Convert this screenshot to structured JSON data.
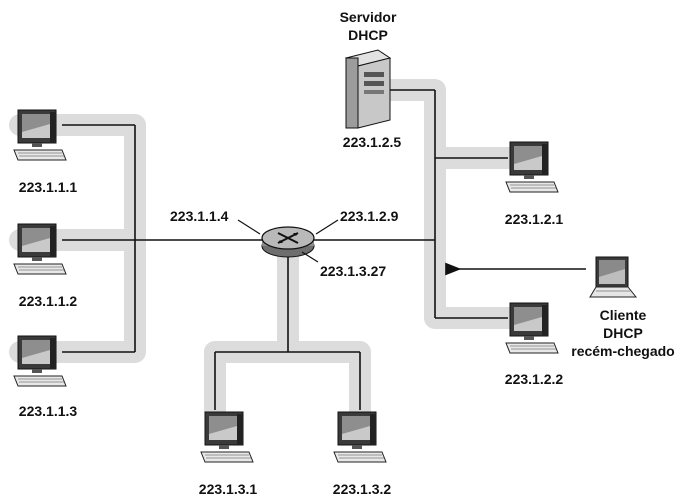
{
  "server": {
    "title_line1": "Servidor",
    "title_line2": "DHCP",
    "ip": "223.1.2.5"
  },
  "router": {
    "ip_left": "223.1.1.4",
    "ip_right": "223.1.2.9",
    "ip_bottom": "223.1.3.27"
  },
  "subnet1": {
    "hosts": [
      "223.1.1.1",
      "223.1.1.2",
      "223.1.1.3"
    ]
  },
  "subnet2": {
    "hosts": [
      "223.1.2.1",
      "223.1.2.2"
    ]
  },
  "subnet3": {
    "hosts": [
      "223.1.3.1",
      "223.1.3.2"
    ]
  },
  "client": {
    "line1": "Cliente",
    "line2": "DHCP",
    "line3": "recém-chegado"
  }
}
